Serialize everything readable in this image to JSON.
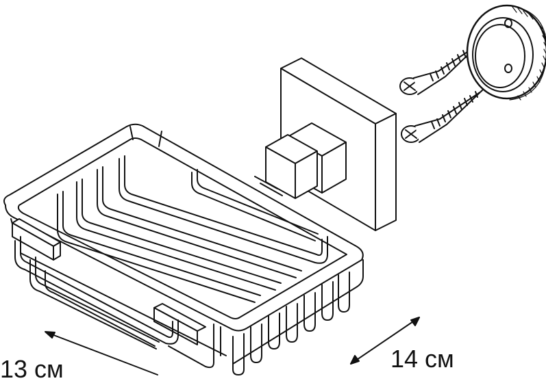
{
  "dimensions": {
    "width_label": "13 см",
    "depth_label": "14 см"
  },
  "parts": {
    "basket": "soap-basket",
    "wall_plate": "square-wall-plate",
    "round_mount": "round-mounting-flange",
    "screws": [
      "wood-screw",
      "wood-screw"
    ]
  },
  "colors": {
    "line": "#111111",
    "background": "#ffffff"
  }
}
